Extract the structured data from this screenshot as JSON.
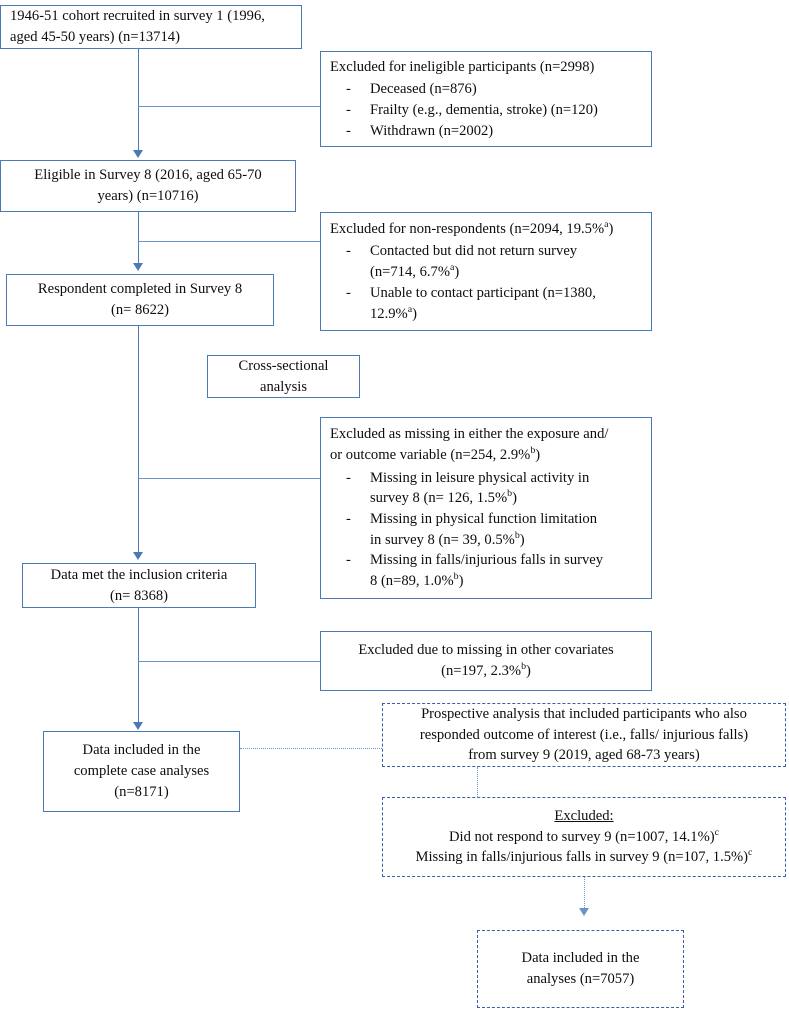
{
  "figure": {
    "type": "participant-flow-diagram",
    "accent_border_color": "#4a7ab5",
    "dashed_border_color": "#3b5fa4",
    "connector_color": "#6d93c4"
  },
  "nodes": {
    "recruited": {
      "line1": "1946-51 cohort recruited in survey 1 (1996,",
      "line2": "aged 45-50 years) (n=13714)"
    },
    "excluded_ineligible": {
      "heading": "Excluded for ineligible participants (n=2998)",
      "items": [
        "Deceased (n=876)",
        "Frailty (e.g., dementia, stroke) (n=120)",
        "Withdrawn (n=2002)"
      ]
    },
    "eligible_s8": {
      "line1": "Eligible in Survey 8 (2016, aged 65-70",
      "line2": "years) (n=10716)"
    },
    "excluded_nonrespondents": {
      "heading_prefix": "Excluded for non-respondents (n=2094, 19.5%",
      "heading_sup": "a",
      "heading_suffix": ")",
      "item1_line1": "Contacted but did not return survey",
      "item1_line2_prefix": "(n=714, 6.7%",
      "item1_sup": "a",
      "item1_line2_suffix": ")",
      "item2_line1": "Unable to contact participant (n=1380,",
      "item2_line2_prefix": "12.9%",
      "item2_sup": "a",
      "item2_line2_suffix": ")"
    },
    "respondent_s8": {
      "line1": "Respondent completed in Survey 8",
      "line2": "(n= 8622)"
    },
    "cross_sectional": {
      "line1": "Cross-sectional",
      "line2": "analysis"
    },
    "excluded_missing_exposure": {
      "heading_line1": "Excluded as missing in either the exposure and/",
      "heading_line2_prefix": "or outcome variable (n=254, 2.9%",
      "heading_sup": "b",
      "heading_line2_suffix": ")",
      "item1_line1": "Missing in leisure physical activity in",
      "item1_line2_prefix": "survey 8 (n= 126, 1.5%",
      "item1_sup": "b",
      "item1_line2_suffix": ")",
      "item2_line1": "Missing in physical function limitation",
      "item2_line2_prefix": "in survey 8 (n= 39, 0.5%",
      "item2_sup": "b",
      "item2_line2_suffix": ")",
      "item3_line1": "Missing in falls/injurious falls in survey",
      "item3_line2_prefix": "8 (n=89, 1.0%",
      "item3_sup": "b",
      "item3_line2_suffix": ")"
    },
    "inclusion_criteria": {
      "line1": "Data met the inclusion criteria",
      "line2": "(n= 8368)"
    },
    "excluded_covariates": {
      "line1": "Excluded due to missing in other covariates",
      "line2_prefix": "(n=197, 2.3%",
      "line2_sup": "b",
      "line2_suffix": ")"
    },
    "complete_case": {
      "line1": "Data included in the",
      "line2": "complete case analyses",
      "line3": "(n=8171)"
    },
    "prospective": {
      "line1": "Prospective analysis that included participants who also",
      "line2": "responded outcome of interest (i.e., falls/ injurious falls)",
      "line3": "from survey 9 (2019, aged 68-73 years)"
    },
    "excluded_prospective": {
      "heading": "Excluded:",
      "line1_prefix": "Did not respond to survey 9 (n=1007, 14.1%)",
      "line1_sup": "c",
      "line2_prefix": "Missing in falls/injurious falls in survey 9 (n=107, 1.5%)",
      "line2_sup": "c"
    },
    "final_analyses": {
      "line1": "Data included in the",
      "line2": "analyses (n=7057)"
    }
  }
}
